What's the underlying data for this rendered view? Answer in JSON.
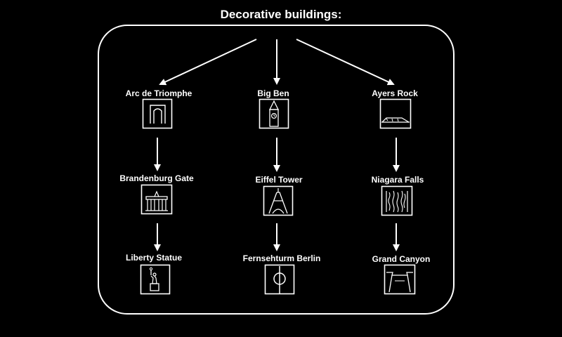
{
  "title": "Decorative buildings:",
  "columns": [
    {
      "items": [
        {
          "label": "Arc de Triomphe",
          "icon": "arc-de-triomphe-icon"
        },
        {
          "label": "Brandenburg Gate",
          "icon": "brandenburg-gate-icon"
        },
        {
          "label": "Liberty Statue",
          "icon": "liberty-statue-icon"
        }
      ]
    },
    {
      "items": [
        {
          "label": "Big Ben",
          "icon": "big-ben-icon"
        },
        {
          "label": "Eiffel Tower",
          "icon": "eiffel-tower-icon"
        },
        {
          "label": "Fernsehturm Berlin",
          "icon": "fernsehturm-berlin-icon"
        }
      ]
    },
    {
      "items": [
        {
          "label": "Ayers Rock",
          "icon": "ayers-rock-icon"
        },
        {
          "label": "Niagara Falls",
          "icon": "niagara-falls-icon"
        },
        {
          "label": "Grand Canyon",
          "icon": "grand-canyon-icon"
        }
      ]
    }
  ],
  "colors": {
    "background": "#000000",
    "foreground": "#ffffff"
  }
}
